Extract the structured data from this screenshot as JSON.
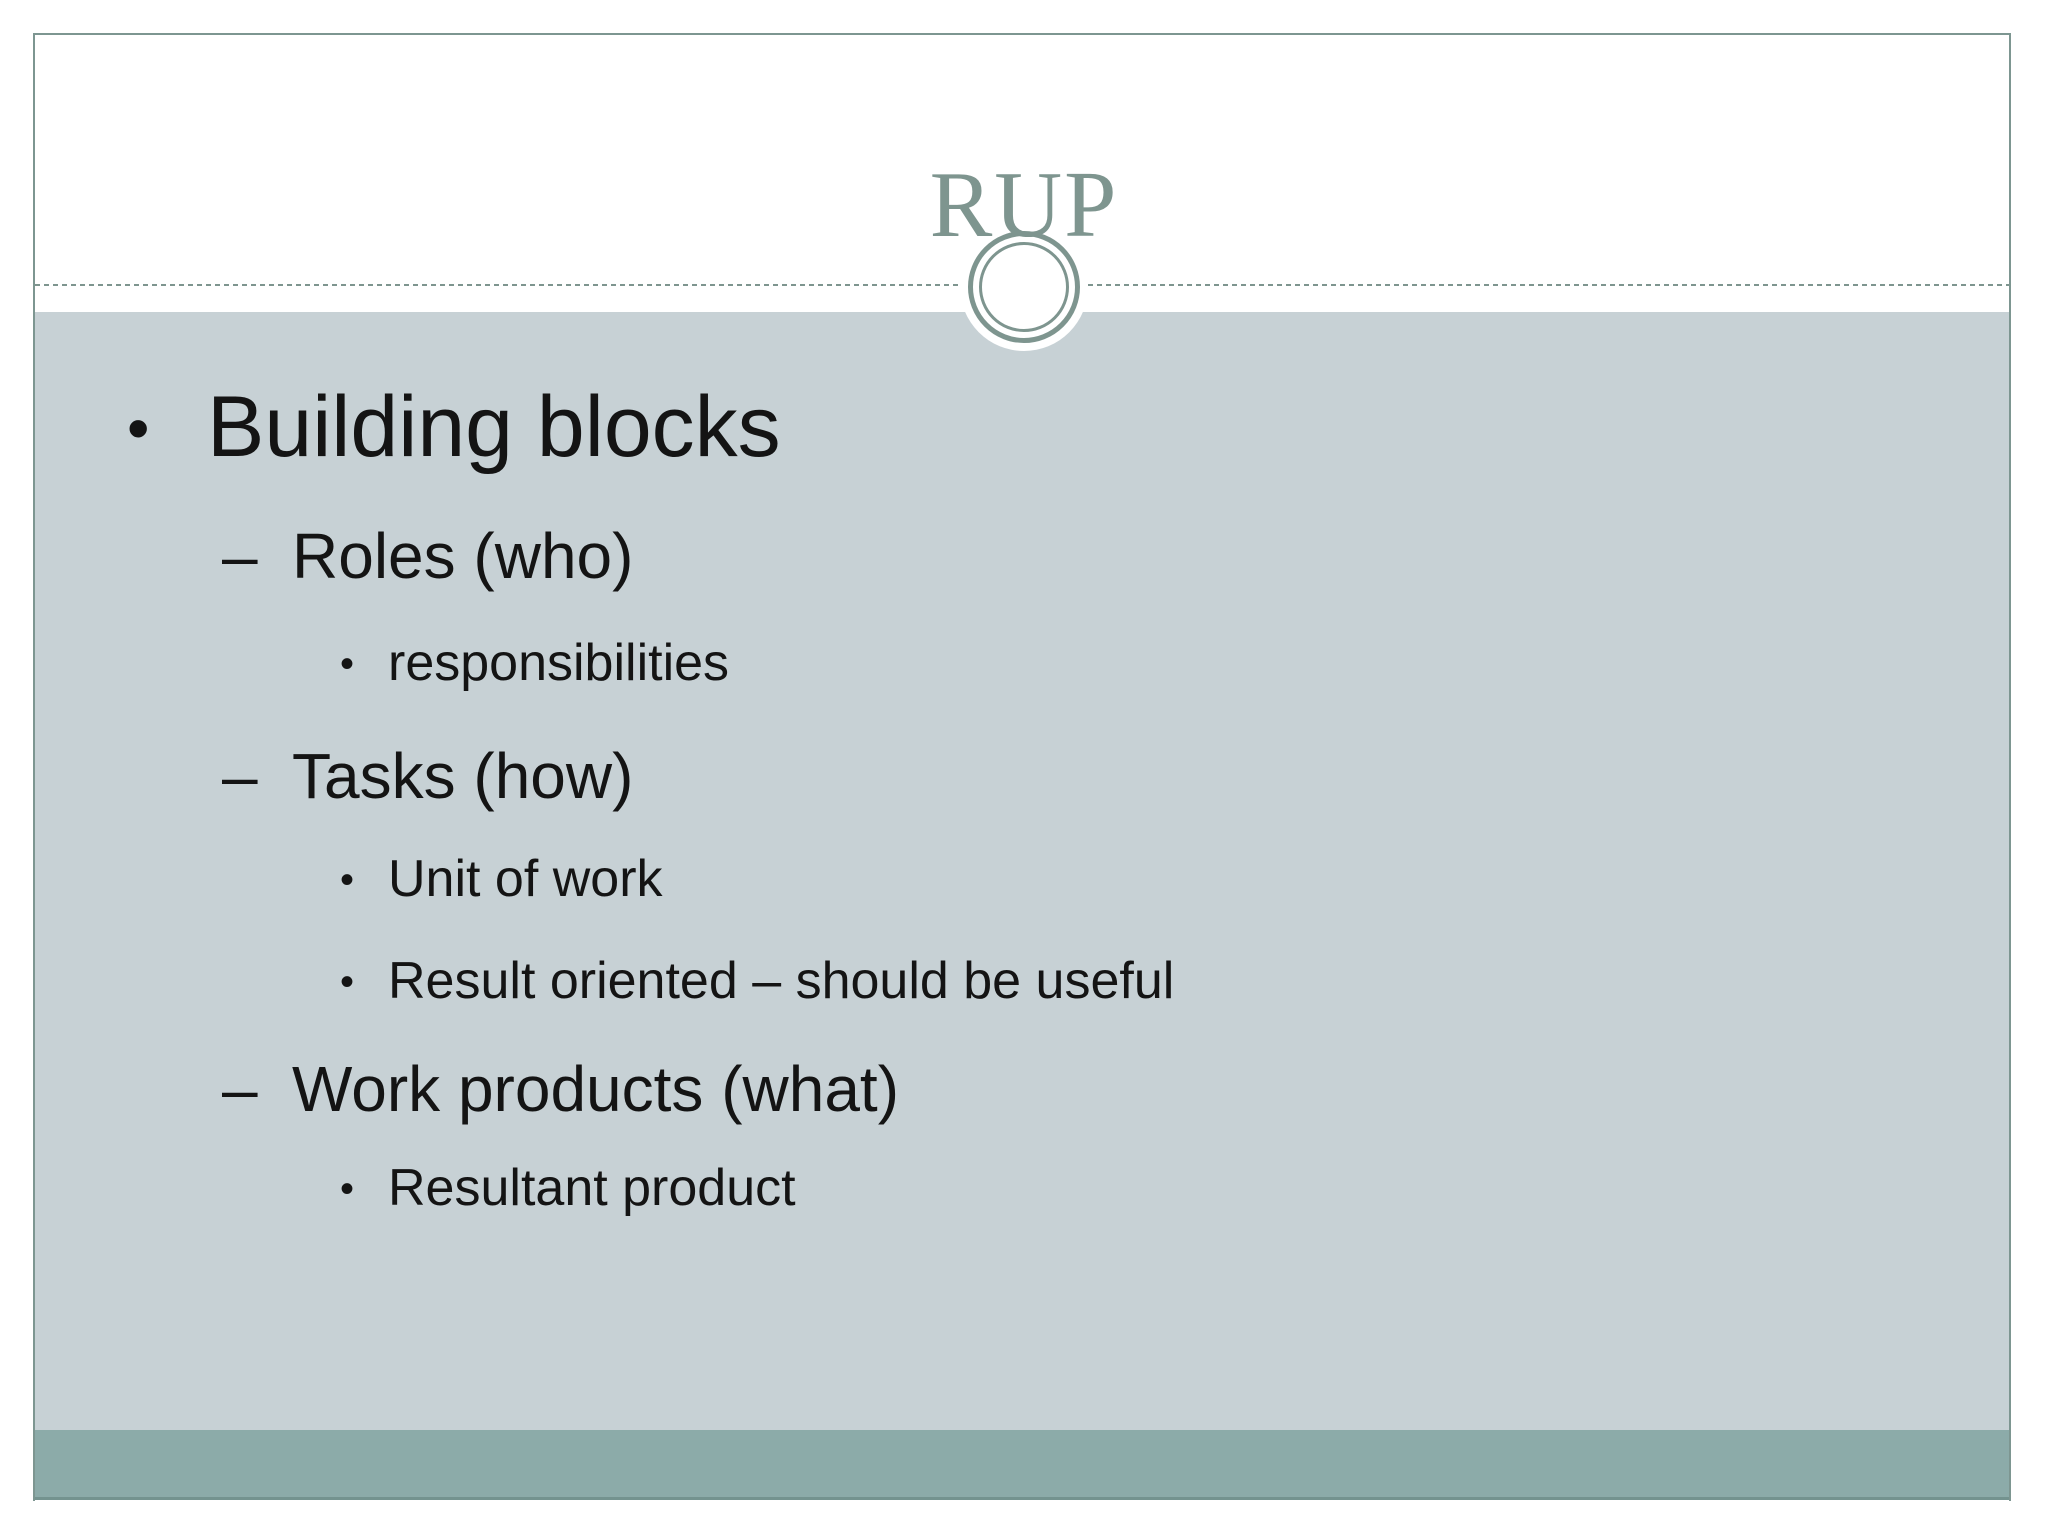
{
  "slide": {
    "title": "RUP",
    "content": {
      "bullets": [
        {
          "level": 1,
          "marker": "•",
          "text": "Building blocks"
        },
        {
          "level": 2,
          "marker": "–",
          "text": "Roles (who)"
        },
        {
          "level": 3,
          "marker": "•",
          "text": "responsibilities"
        },
        {
          "level": 2,
          "marker": "–",
          "text": "Tasks (how)"
        },
        {
          "level": 3,
          "marker": "•",
          "text": "Unit of work"
        },
        {
          "level": 3,
          "marker": "•",
          "text": "Result oriented – should be useful"
        },
        {
          "level": 2,
          "marker": "–",
          "text": "Work products (what)"
        },
        {
          "level": 3,
          "marker": "•",
          "text": "Resultant product"
        }
      ]
    },
    "theme": {
      "accent": "#7e958f",
      "panel_bg": "#c7d1d5",
      "footer_bg": "#8caba9",
      "border_color": "#7d9691",
      "text_color": "#141414"
    }
  }
}
